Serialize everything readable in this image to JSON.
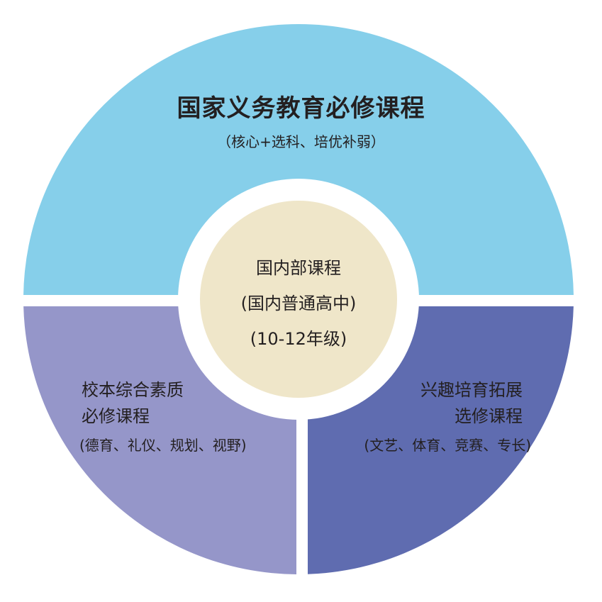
{
  "colors": {
    "top": "#86cfea",
    "left": "#9596c9",
    "right": "#5f6cb0",
    "center": "#efe6c9"
  },
  "top": {
    "title": "国家义务教育必修课程",
    "subtitle": "（核心+选科、培优补弱）"
  },
  "center": {
    "line1": "国内部课程",
    "line2": "(国内普通高中)",
    "line3": "(10-12年级)"
  },
  "left": {
    "line1": "校本综合素质",
    "line2": "必修课程",
    "sub": "(德育、礼仪、规划、视野)"
  },
  "right": {
    "line1": "兴趣培育拓展",
    "line2": "选修课程",
    "sub": "(文艺、体育、竞赛、专长)"
  }
}
